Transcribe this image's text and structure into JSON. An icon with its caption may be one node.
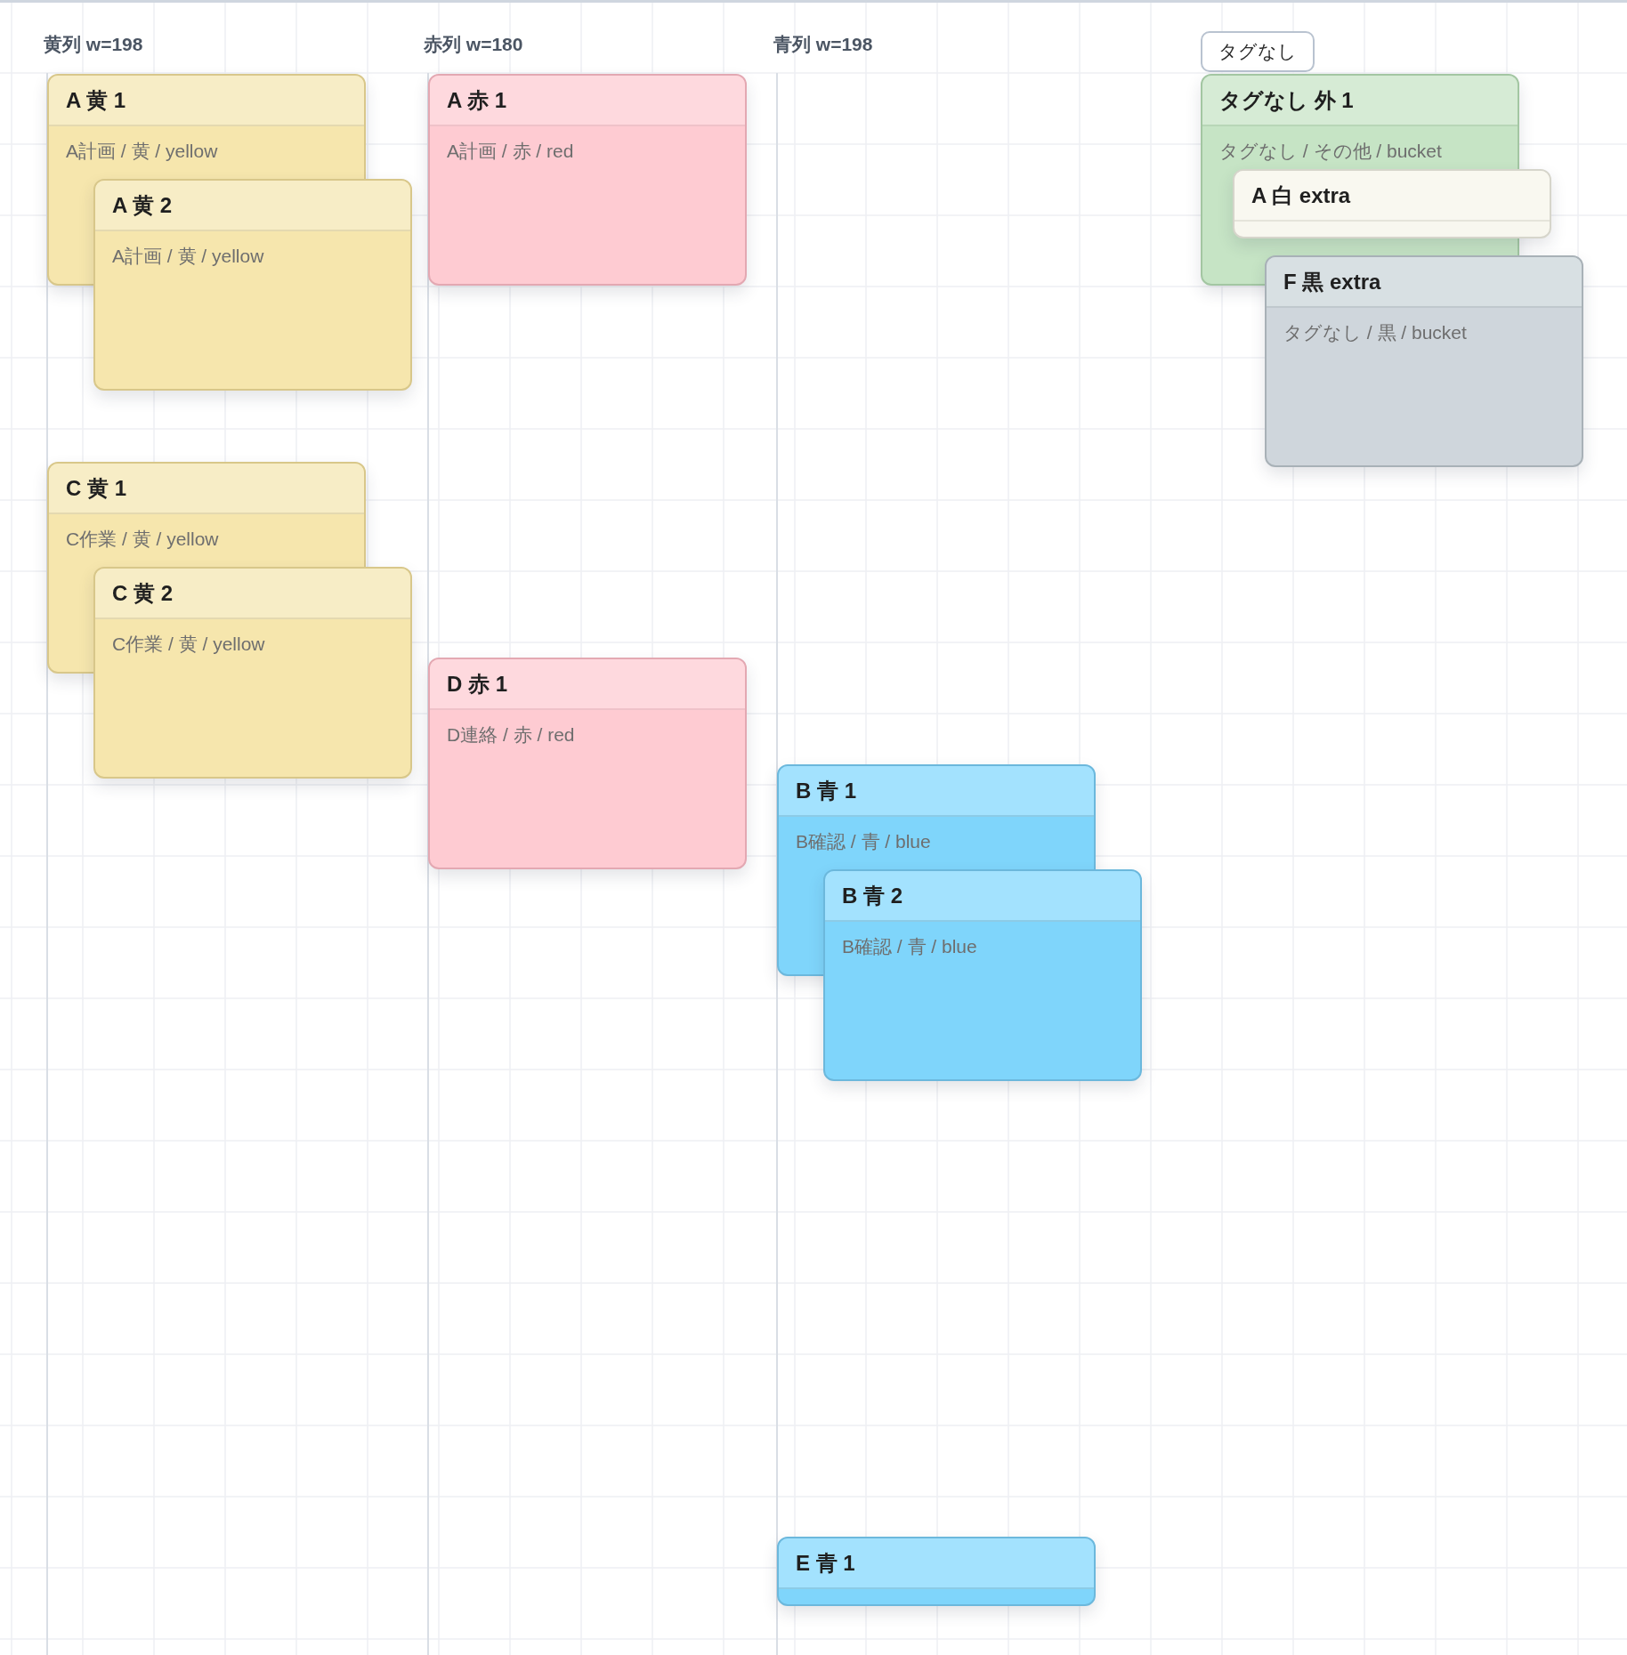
{
  "diagram": {
    "nodes": [
      {
        "text": [
          "タグなし"
        ]
      },
      {
        "text": [
          "A 黄 1",
          "A計画 / 黄 / yellow"
        ]
      },
      {
        "text": [
          "A 黄 2",
          "A計画 / 黄 / yellow"
        ]
      },
      {
        "text": [
          "A 赤 1",
          "A計画 / 赤 / red"
        ]
      },
      {
        "text": [
          "タグなし 外 1",
          "タグなし / その他 / bucket"
        ]
      },
      {
        "text": [
          "A 白 extra"
        ]
      },
      {
        "text": [
          "F 黒 extra",
          "タグなし / 黒 / bucket"
        ]
      },
      {
        "text": [
          "C 黄 1",
          "C作業 / 黄 / yellow"
        ]
      },
      {
        "text": [
          "C 黄 2",
          "C作業 / 黄 / yellow"
        ]
      },
      {
        "text": [
          "D 赤 1",
          "D連絡 / 赤 / red"
        ]
      },
      {
        "text": [
          "B 青 1",
          "B確認 / 青 / blue"
        ]
      },
      {
        "text": [
          "B 青 2",
          "B確認 / 青 / blue"
        ]
      },
      {
        "text": [
          "E 青 1"
        ]
      }
    ],
    "labels": [
      "黄列 w=198",
      "赤列 w=180",
      "青列 w=198"
    ]
  }
}
